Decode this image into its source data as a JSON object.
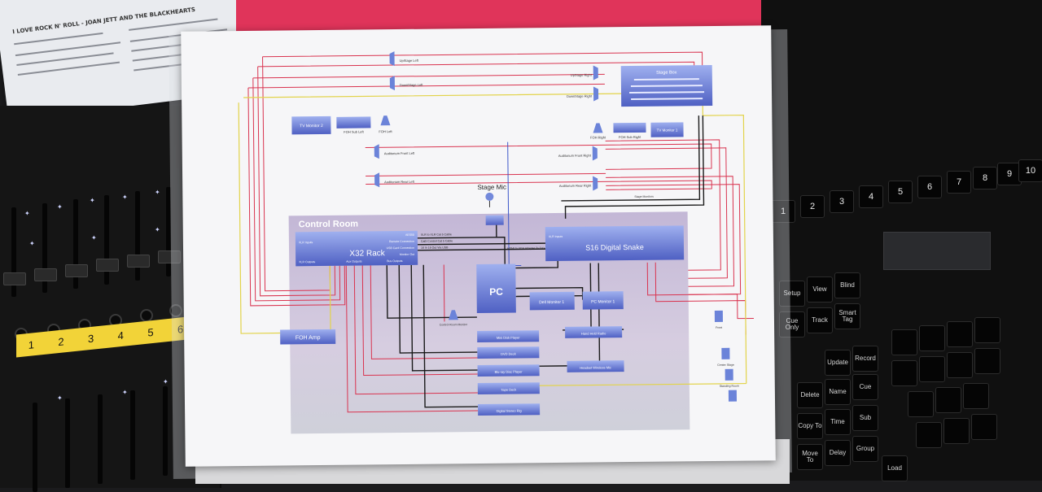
{
  "lyric_sheet": {
    "title": "I LOVE ROCK N' ROLL - JOAN JETT AND THE BLACKHEARTS"
  },
  "console": {
    "channel_labels": [
      "1",
      "2",
      "3",
      "4",
      "5",
      "6"
    ]
  },
  "diagram": {
    "control_room_label": "Control Room",
    "stage_mic_label": "Stage Mic",
    "blocks": {
      "x32_rack": "X32 Rack",
      "s16_snake": "S16 Digital Snake",
      "pc": "PC",
      "foh_amp": "FOH Amp",
      "tv_monitor_2": "TV Monitor 2",
      "tv_monitor_1": "TV Monitor 1",
      "dell_monitor_1": "Dell Monitor 1",
      "pc_monitor_1": "PC Monitor 1",
      "stage_box": "Stage Box"
    },
    "speakers": {
      "upstage_left": "UpStage Left",
      "downstage_left": "DownStage Left",
      "upstage_right": "UpStage Right",
      "downstage_right": "DownStage Right",
      "foh_sub_left": "FOH Sub Left",
      "foh_left": "FOH Left",
      "foh_right": "FOH Right",
      "foh_sub_right": "FOH Sub Right",
      "auditorium_front_left": "Auditorium Front Left",
      "auditorium_front_right": "Auditorium Front Right",
      "auditorium_rear_left": "Auditorium Rear Left",
      "auditorium_rear_right": "Auditorium Rear Right",
      "control_room_monitor": "Control Room Monitor"
    },
    "ports": {
      "x32_inputs": "XLR Inputs",
      "s16_inputs": "XLR Inputs",
      "aes50": "AES50",
      "remote_connection": "Remote Connection",
      "usb_card": "USB Card Connection",
      "monitor_out": "Monitor Out",
      "xlr_outputs": "XLR Outputs",
      "aux_outputs": "Aux Outputs",
      "bus_outputs": "Bus Outputs",
      "hdmi_vga": "HDMI to VGA Adapter To TV's",
      "stage_monitors": "Stage Monitors"
    },
    "cable_notes": {
      "xlr": "XLR to XLR Cat 5 Cable",
      "cat5": "Cat5 Control Cat 5 Cable",
      "usb": "16 In 16 Out Via USB"
    },
    "lower_blocks": [
      "Mini Disk Player",
      "DVD Deck",
      "Blu-ray Disc Player",
      "Tape Deck",
      "Digital Stereo Rig"
    ],
    "right_blocks": [
      "Hand Held Radio",
      "Headset Wireless Mic"
    ],
    "right_speakers": [
      "Front",
      "Center Stage",
      "Standing Room"
    ]
  },
  "keyboard": {
    "number_row": [
      "1",
      "2",
      "3",
      "4",
      "5",
      "6",
      "7",
      "8",
      "9",
      "10"
    ],
    "function_keys": [
      "Setup",
      "View",
      "Blind",
      "Cue Only",
      "Track",
      "Smart Tag",
      "Update",
      "Record",
      "Delete",
      "Name",
      "Cue",
      "Copy To",
      "Time",
      "Sub",
      "Move To",
      "Delay",
      "Group",
      "Load"
    ]
  },
  "colors": {
    "background": "#1b1b1d",
    "paper": "#f6f6f8",
    "folder_pink": "#e0345a",
    "block_blue": "#6f7fd6",
    "wire_red": "#d9334f",
    "wire_yellow": "#e2d34a",
    "wire_blue": "#3d57c9",
    "wire_black": "#1a1a1a",
    "label_yellow": "#f2d338"
  }
}
